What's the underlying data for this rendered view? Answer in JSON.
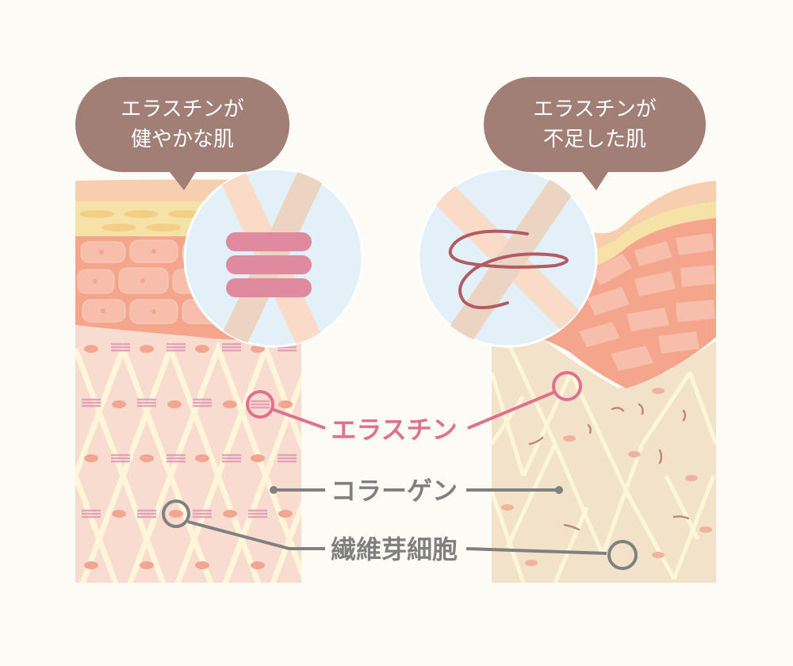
{
  "left_panel": {
    "bubble_line1": "エラスチンが",
    "bubble_line2": "健やかな肌"
  },
  "right_panel": {
    "bubble_line1": "エラスチンが",
    "bubble_line2": "不足した肌"
  },
  "labels": {
    "elastin": "エラスチン",
    "collagen": "コラーゲン",
    "fibroblast": "繊維芽細胞"
  },
  "colors": {
    "background": "#fdfbf6",
    "bubble": "#a27f76",
    "elastin": "#e0708f",
    "elastin_band": "#e3a2b8",
    "collagen_fiber": "#fff6d9",
    "leader_line": "#808080",
    "dermis_healthy": "#f9dcd0",
    "dermis_damaged": "#f3e2ca",
    "epidermis_cells": "#f4a58c",
    "fat_layer": "#f6e1a6"
  }
}
